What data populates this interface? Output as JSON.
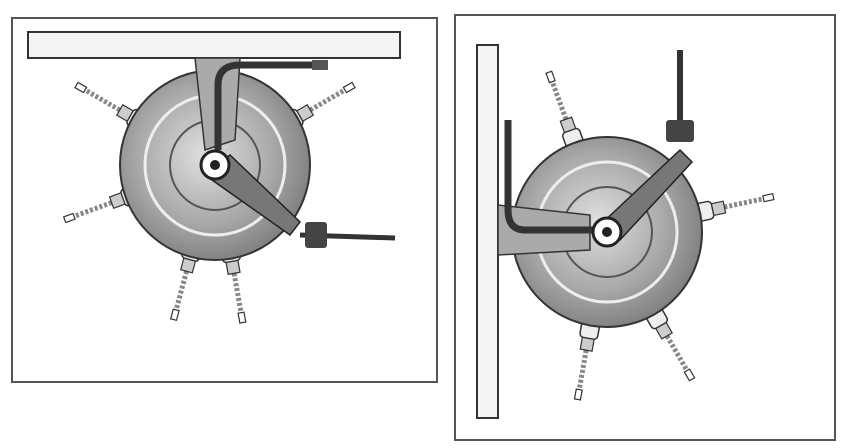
{
  "figure": {
    "panels": [
      {
        "id": "left",
        "mount": "ceiling",
        "nozzle_positions": 6
      },
      {
        "id": "right",
        "mount": "wall",
        "nozzle_positions": 6
      }
    ],
    "colors": {
      "line": "#2a2a2a",
      "reel_fill": "#9a9a9a",
      "reel_light": "#d4d4d4",
      "arm": "#6e6e6e",
      "frame": "#4a4a4a",
      "background": "#ffffff"
    }
  }
}
